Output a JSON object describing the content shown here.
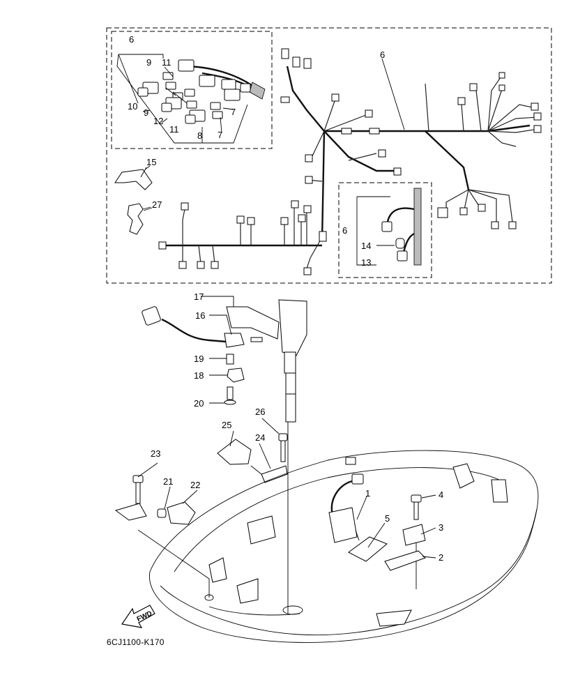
{
  "drawing_code": "6CJ1100-K170",
  "fwd_label": "FWD",
  "callouts": [
    {
      "id": "c6a",
      "label": "6"
    },
    {
      "id": "c9a",
      "label": "9"
    },
    {
      "id": "c11a",
      "label": "11"
    },
    {
      "id": "c10",
      "label": "10"
    },
    {
      "id": "c9b",
      "label": "9"
    },
    {
      "id": "c12",
      "label": "12"
    },
    {
      "id": "c11b",
      "label": "11"
    },
    {
      "id": "c8",
      "label": "8"
    },
    {
      "id": "c7a",
      "label": "7"
    },
    {
      "id": "c7b",
      "label": "7"
    },
    {
      "id": "c6b",
      "label": "6"
    },
    {
      "id": "c15",
      "label": "15"
    },
    {
      "id": "c27",
      "label": "27"
    },
    {
      "id": "c6c",
      "label": "6"
    },
    {
      "id": "c14",
      "label": "14"
    },
    {
      "id": "c13",
      "label": "13"
    },
    {
      "id": "c17",
      "label": "17"
    },
    {
      "id": "c16",
      "label": "16"
    },
    {
      "id": "c19",
      "label": "19"
    },
    {
      "id": "c18",
      "label": "18"
    },
    {
      "id": "c20",
      "label": "20"
    },
    {
      "id": "c26",
      "label": "26"
    },
    {
      "id": "c25",
      "label": "25"
    },
    {
      "id": "c24",
      "label": "24"
    },
    {
      "id": "c23",
      "label": "23"
    },
    {
      "id": "c21",
      "label": "21"
    },
    {
      "id": "c22",
      "label": "22"
    },
    {
      "id": "c1",
      "label": "1"
    },
    {
      "id": "c4",
      "label": "4"
    },
    {
      "id": "c3",
      "label": "3"
    },
    {
      "id": "c5",
      "label": "5"
    },
    {
      "id": "c2",
      "label": "2"
    }
  ]
}
